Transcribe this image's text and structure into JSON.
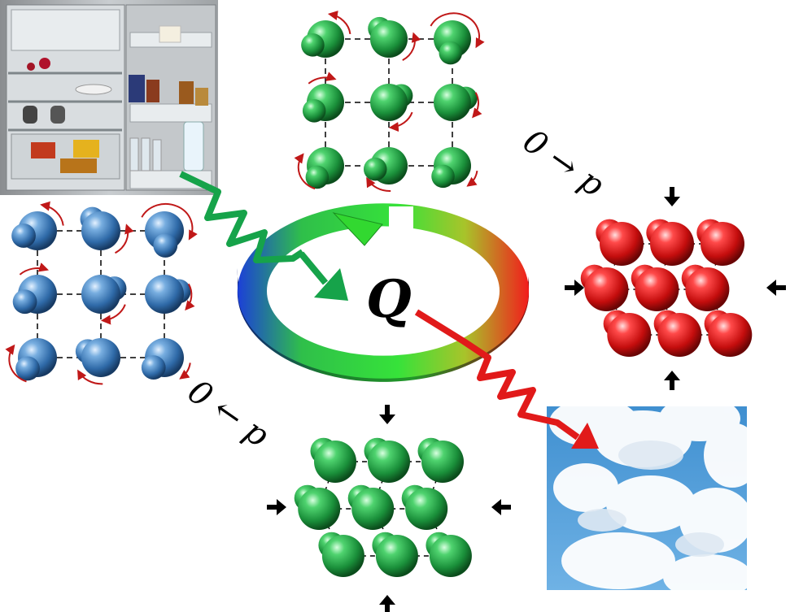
{
  "labels": {
    "heat": "Q",
    "forward_transition": "0 → p",
    "reverse_transition": "0 ← p"
  },
  "colors": {
    "ordered_green": "#22a447",
    "disordered_blue": "#3b7bbd",
    "compressed_red": "#e11a1a",
    "rotation_arrow": "#c01818",
    "force_arrow": "#000000",
    "cold_wave": "#16a34a",
    "hot_wave": "#e11a1a"
  },
  "icons": {
    "fridge": "refrigerator-photo-icon",
    "sky": "cloudy-sky-photo-icon",
    "cycle": "thermodynamic-cycle-ring-icon"
  }
}
